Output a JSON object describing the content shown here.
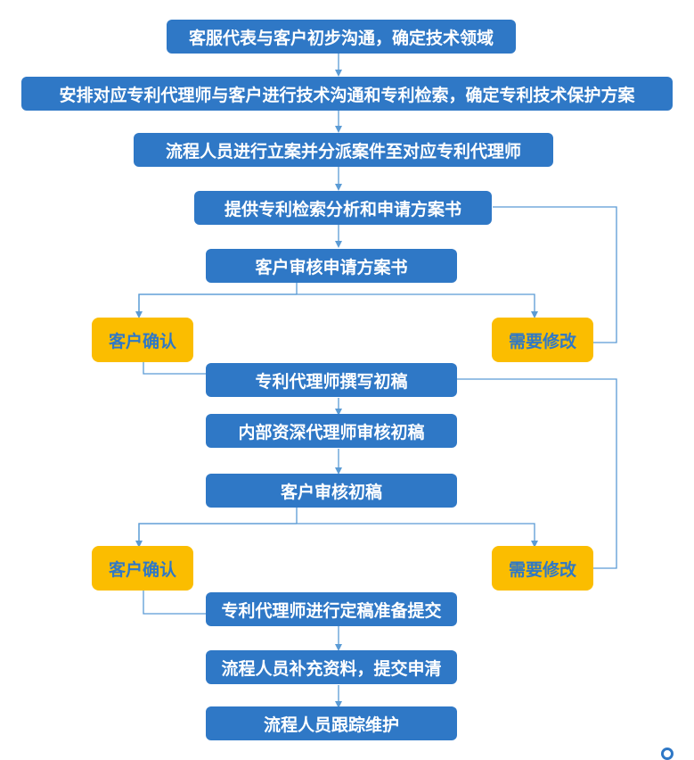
{
  "colors": {
    "step_fill": "#2f78c6",
    "step_text": "#ffffff",
    "decision_fill": "#fbbd00",
    "decision_text": "#2f78c6",
    "connector": "#5b9bd5"
  },
  "steps": [
    {
      "id": "s1",
      "label": "客服代表与客户初步沟通，确定技术领域"
    },
    {
      "id": "s2",
      "label": "安排对应专利代理师与客户进行技术沟通和专利检索，确定专利技术保护方案"
    },
    {
      "id": "s3",
      "label": "流程人员进行立案并分派案件至对应专利代理师"
    },
    {
      "id": "s4",
      "label": "提供专利检索分析和申请方案书"
    },
    {
      "id": "s5",
      "label": "客户审核申请方案书"
    },
    {
      "id": "s6",
      "label": "专利代理师撰写初稿"
    },
    {
      "id": "s7",
      "label": "内部资深代理师审核初稿"
    },
    {
      "id": "s8",
      "label": "客户审核初稿"
    },
    {
      "id": "s9",
      "label": "专利代理师进行定稿准备提交"
    },
    {
      "id": "s10",
      "label": "流程人员补充资料，提交申清"
    },
    {
      "id": "s11",
      "label": "流程人员跟踪维护"
    }
  ],
  "decisions": [
    {
      "id": "d1a",
      "label": "客户确认"
    },
    {
      "id": "d1b",
      "label": "需要修改"
    },
    {
      "id": "d2a",
      "label": "客户确认"
    },
    {
      "id": "d2b",
      "label": "需要修改"
    }
  ]
}
